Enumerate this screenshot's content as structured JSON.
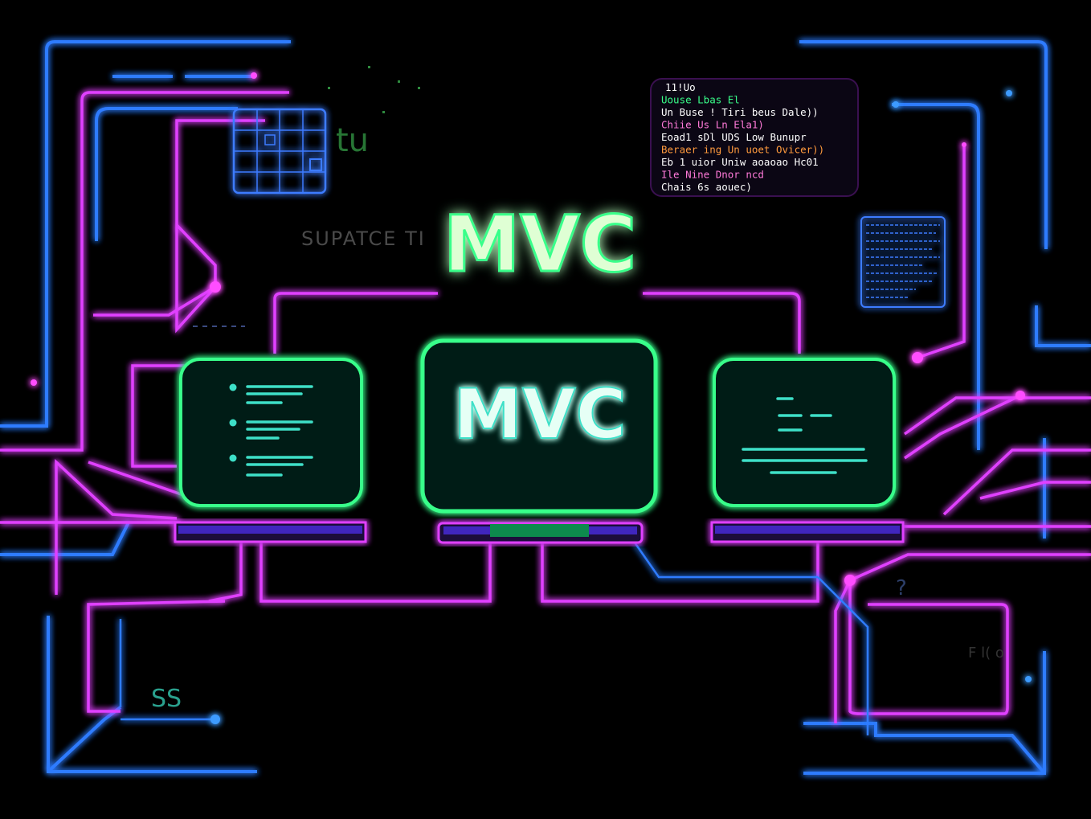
{
  "title": "MVC",
  "center_box_label": "MVC",
  "faint_label": "SUPATCE TI",
  "corner_glyph": "tu",
  "bottom_left_label": "SS",
  "question_mark": "?",
  "right_faint_label": "F l( o",
  "code_lines": [
    "11!Uo",
    "Uouse Lbas El",
    "Un Buse ! Tiri beus Dale))",
    "Chiie Us Ln Ela1)",
    "Eoad1 sDl UDS Low Bunupr",
    "Beraer ing Un uoet Ovicer))",
    "Eb 1 uior Uniw aoaoao Hc01",
    "Ile Nine Dnor ncd",
    "Chais 6s aouec)"
  ],
  "colors": {
    "green": "#39ff8a",
    "magenta": "#e040ff",
    "blue": "#2f7bff",
    "cyan": "#3de0e0"
  }
}
